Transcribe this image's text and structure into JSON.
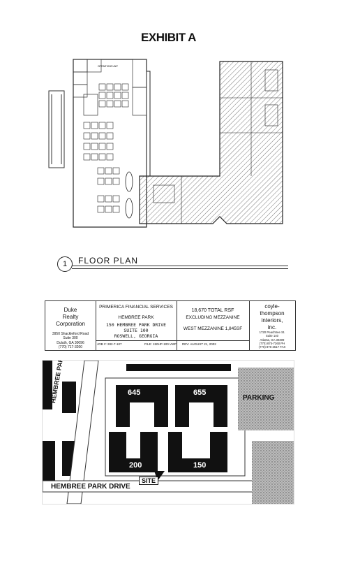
{
  "title": "EXHIBIT A",
  "floor_plan": {
    "number": "1",
    "label": "FLOOR PLAN",
    "room_label": "OPERATIONS UNIT"
  },
  "title_block": {
    "company": [
      "Duke",
      "Realty",
      "Corporation"
    ],
    "company_address": [
      "3950 Shackleford Road",
      "Suite 300",
      "Duluth, GA 30096",
      "(770) 717-3200"
    ],
    "client": "PRIMERICA FINANCIAL SERVICES",
    "project": "HEMBREE PARK",
    "address_line1": "150 HEMBREE PARK DRIVE",
    "address_line2": "SUITE 100",
    "address_line3": "ROSWELL, GEORGIA",
    "area_total": "18,670 TOTAL RSF",
    "area_note": "EXCLUDING MEZZANINE",
    "mezz": "WEST MEZZANINE  1,845SF",
    "job": "JOB #: 282-7-107",
    "file": "FILE: 150HP-100.VWF",
    "rev": "REV: AUGUST 21, 2002",
    "designer": [
      "coyle-",
      "thompson",
      "interiors,",
      "inc."
    ],
    "designer_address": [
      "1720 Peachtree St.",
      "Suite 140",
      "Atlanta, GA 30309",
      "(770) 874-7260 PH",
      "(770) 876-2517 FAX"
    ]
  },
  "map": {
    "buildings": [
      "645",
      "655",
      "200",
      "150"
    ],
    "parking": "PARKING",
    "parkway": "HEMBREE PARKWAY",
    "drive": "HEMBREE PARK DRIVE",
    "site": "SITE"
  }
}
